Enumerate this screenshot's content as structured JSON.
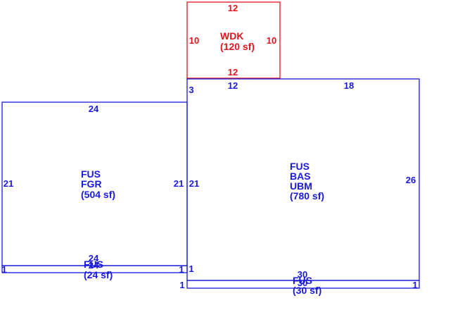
{
  "colors": {
    "primary": "#1a1adc",
    "deck": "#e0141e"
  },
  "areas": {
    "wdk": {
      "code": "WDK",
      "area": "(120 sf)",
      "dims": {
        "top": "12",
        "bottom": "12",
        "left": "10",
        "right": "10"
      }
    },
    "fgr": {
      "code1": "FUS",
      "code2": "FGR",
      "area": "(504 sf)",
      "dims": {
        "top": "24",
        "left": "21",
        "right": "21"
      }
    },
    "ubm": {
      "code1": "FUS",
      "code2": "BAS",
      "code3": "UBM",
      "area": "(780 sf)",
      "dims": {
        "top_a": "3",
        "top_b": "12",
        "top_c": "18",
        "left": "21",
        "right": "26"
      }
    },
    "fus24": {
      "code": "FUS",
      "area": "(24 sf)",
      "dims": {
        "top": "24",
        "bottom": "24",
        "left": "1",
        "right": "1"
      }
    },
    "fus30": {
      "code": "FUS",
      "area": "(30 sf)",
      "dims": {
        "top": "30",
        "bottom": "30",
        "left": "1",
        "right": "1",
        "left_outer": "1"
      }
    }
  }
}
